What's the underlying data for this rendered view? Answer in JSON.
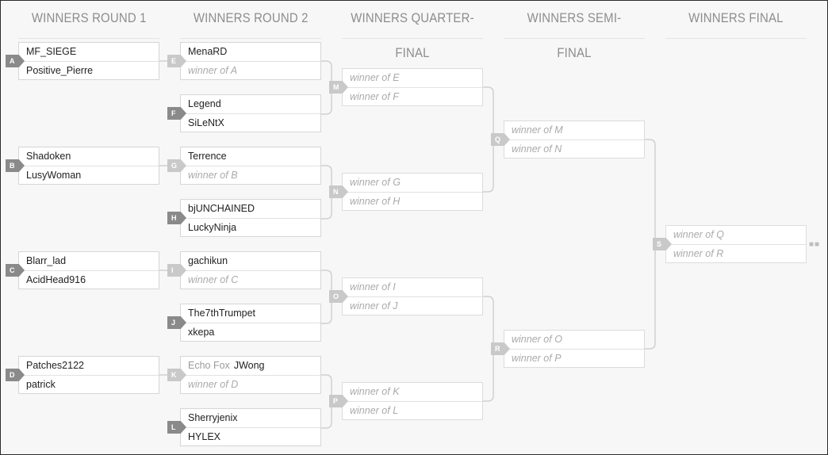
{
  "rounds": [
    {
      "title": "WINNERS ROUND 1"
    },
    {
      "title": "WINNERS ROUND 2"
    },
    {
      "title": "WINNERS QUARTER-FINAL"
    },
    {
      "title": "WINNERS SEMI-FINAL"
    },
    {
      "title": "WINNERS FINAL"
    }
  ],
  "matches": {
    "A": {
      "id": "A",
      "p1": "MF_SIEGE",
      "p2": "Positive_Pierre"
    },
    "B": {
      "id": "B",
      "p1": "Shadoken",
      "p2": "LusyWoman"
    },
    "C": {
      "id": "C",
      "p1": "Blarr_lad",
      "p2": "AcidHead916"
    },
    "D": {
      "id": "D",
      "p1": "Patches2122",
      "p2": "patrick"
    },
    "E": {
      "id": "E",
      "p1": "MenaRD",
      "p2": "winner of A"
    },
    "F": {
      "id": "F",
      "p1": "Legend",
      "p2": "SiLeNtX"
    },
    "G": {
      "id": "G",
      "p1": "Terrence",
      "p2": "winner of B"
    },
    "H": {
      "id": "H",
      "p1": "bjUNCHAINED",
      "p2": "LuckyNinja"
    },
    "I": {
      "id": "I",
      "p1": "gachikun",
      "p2": "winner of C"
    },
    "J": {
      "id": "J",
      "p1": "The7thTrumpet",
      "p2": "xkepa"
    },
    "K": {
      "id": "K",
      "p1_tag": "Echo Fox",
      "p1": "JWong",
      "p2": "winner of D"
    },
    "L": {
      "id": "L",
      "p1": "Sherryjenix",
      "p2": "HYLEX"
    },
    "M": {
      "id": "M",
      "p1": "winner of E",
      "p2": "winner of F"
    },
    "N": {
      "id": "N",
      "p1": "winner of G",
      "p2": "winner of H"
    },
    "O": {
      "id": "O",
      "p1": "winner of I",
      "p2": "winner of J"
    },
    "P": {
      "id": "P",
      "p1": "winner of K",
      "p2": "winner of L"
    },
    "Q": {
      "id": "Q",
      "p1": "winner of M",
      "p2": "winner of N"
    },
    "R": {
      "id": "R",
      "p1": "winner of O",
      "p2": "winner of P"
    },
    "S": {
      "id": "S",
      "p1": "winner of Q",
      "p2": "winner of R"
    }
  },
  "colors": {
    "badge_ready": "#8a8a8a",
    "badge_pending": "#c9c9c9",
    "connector": "#d0d0d0",
    "header_text": "#8d8d8d"
  }
}
